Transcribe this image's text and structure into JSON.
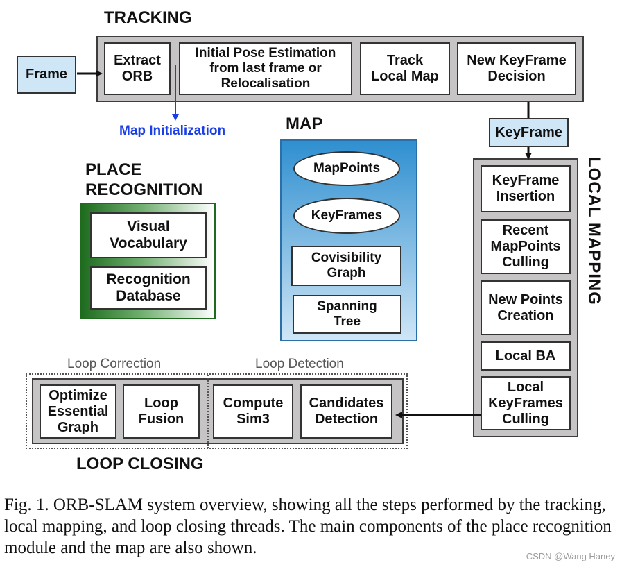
{
  "tracking": {
    "title": "TRACKING",
    "frame": "Frame",
    "steps": [
      "Extract\nORB",
      "Initial Pose Estimation\nfrom last frame or\nRelocalisation",
      "Track\nLocal Map",
      "New KeyFrame\nDecision"
    ],
    "map_initialization": "Map Initialization"
  },
  "keyframe_box": "KeyFrame",
  "map": {
    "title": "MAP",
    "ovals": [
      "MapPoints",
      "KeyFrames"
    ],
    "boxes": [
      "Covisibility\nGraph",
      "Spanning\nTree"
    ]
  },
  "place_recognition": {
    "title_line1": "PLACE",
    "title_line2": "RECOGNITION",
    "items": [
      "Visual\nVocabulary",
      "Recognition\nDatabase"
    ]
  },
  "local_mapping": {
    "title": "LOCAL MAPPING",
    "steps": [
      "KeyFrame\nInsertion",
      "Recent\nMapPoints\nCulling",
      "New Points\nCreation",
      "Local BA",
      "Local\nKeyFrames\nCulling"
    ]
  },
  "loop_closing": {
    "title": "LOOP CLOSING",
    "correction_label": "Loop Correction",
    "detection_label": "Loop Detection",
    "correction_steps": [
      "Optimize\nEssential\nGraph",
      "Loop\nFusion"
    ],
    "detection_steps": [
      "Compute\nSim3",
      "Candidates\nDetection"
    ]
  },
  "caption": "Fig. 1.    ORB-SLAM system overview, showing all the steps performed by the tracking, local mapping, and loop closing threads. The main components of the place recognition module and the map are also shown.",
  "watermark": "CSDN @Wang Haney",
  "colors": {
    "grey_panel": "#c7c4c6",
    "map_gradient_top": "#2f8fd0",
    "map_gradient_bottom": "#cfe6f6",
    "place_gradient_dark": "#1e6b1e",
    "place_gradient_light": "#ffffff",
    "map_init_blue": "#1a3fe6"
  }
}
